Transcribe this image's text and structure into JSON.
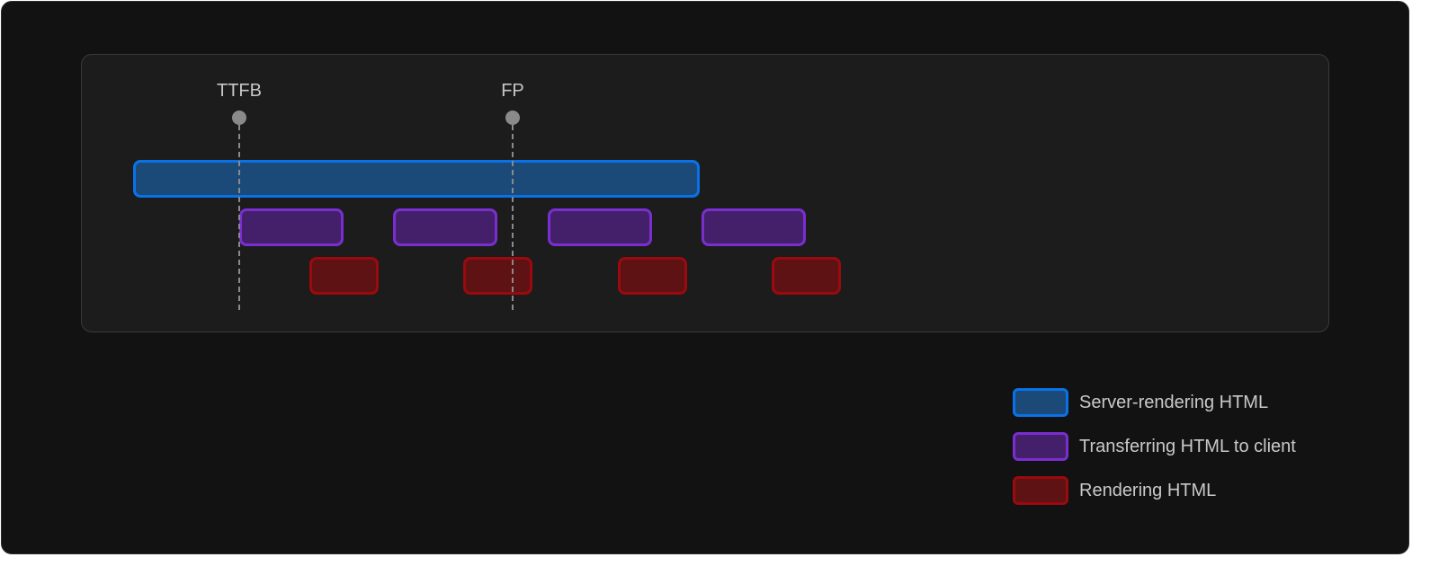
{
  "milestones": [
    {
      "label": "TTFB"
    },
    {
      "label": "FP"
    }
  ],
  "legend": {
    "server": {
      "label": "Server-rendering HTML",
      "color": "#1c4a78",
      "border": "#0a72e8"
    },
    "transfer": {
      "label": "Transferring HTML to client",
      "color": "#44206a",
      "border": "#7a2ed0"
    },
    "render": {
      "label": "Rendering HTML",
      "color": "#5e1214",
      "border": "#9a0a0e"
    }
  },
  "phases": {
    "server_count": 1,
    "transfer_count": 4,
    "render_count": 4
  }
}
